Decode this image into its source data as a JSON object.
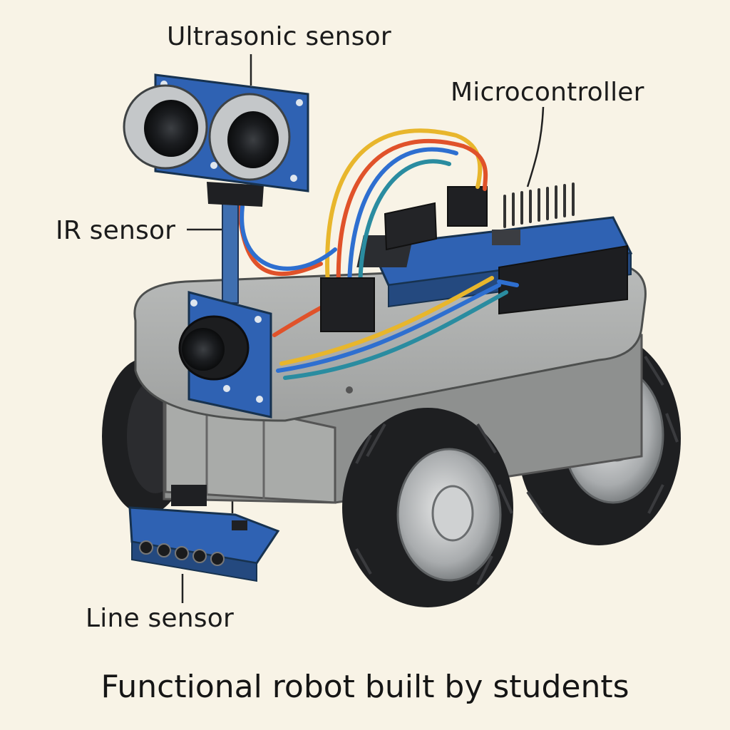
{
  "labels": {
    "ultrasonic": "Ultrasonic sensor",
    "microcontroller": "Microcontroller",
    "ir": "IR sensor",
    "line": "Line sensor"
  },
  "caption": "Functional robot built by students",
  "colors": {
    "background": "#f8f3e6",
    "board_blue": "#2f62b3",
    "chassis_gray": "#a9aba9",
    "tire_black": "#1e1f21",
    "wire_red": "#e0522a",
    "wire_yellow": "#e8b62c",
    "wire_blue": "#2e6fd0",
    "wire_teal": "#2a8ca0"
  },
  "icons": [
    "ultrasonic-sensor",
    "ir-camera-sensor",
    "microcontroller-board",
    "line-sensor-board",
    "wheel"
  ]
}
